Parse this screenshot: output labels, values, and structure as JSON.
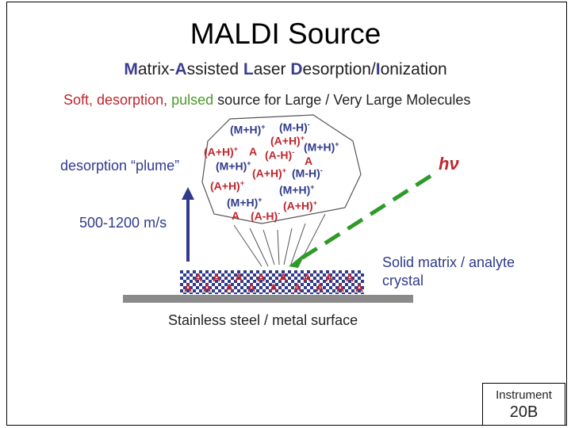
{
  "title": "MALDI Source",
  "subtitle": {
    "m": "M",
    "atrix": "atrix-",
    "a": "A",
    "ssisted": "ssisted ",
    "l": "L",
    "aser": "aser ",
    "d": "D",
    "esorption": "esorption/",
    "i": "I",
    "onization": "onization"
  },
  "description": {
    "soft": "Soft, desorption,",
    "pulsed": "pulsed",
    "rest": "source for Large / Very Large Molecules"
  },
  "labels": {
    "plume": "desorption “plume”",
    "velocity": "500-1200 m/s",
    "crystal_line1": "Solid matrix / analyte",
    "crystal_line2": "crystal",
    "steel": "Stainless steel / metal surface",
    "photon": "hν"
  },
  "ions": [
    {
      "text": "(M+H)",
      "charge": "+",
      "color": "blue"
    },
    {
      "text": "(M-H)",
      "charge": "-",
      "color": "blue"
    },
    {
      "text": "(A+H)",
      "charge": "+",
      "color": "red"
    },
    {
      "text": "(M+H)",
      "charge": "+",
      "color": "blue"
    },
    {
      "text": "(A+H)",
      "charge": "+",
      "color": "red"
    },
    {
      "text": "A",
      "charge": "",
      "color": "red"
    },
    {
      "text": "(A-H)",
      "charge": "-",
      "color": "red"
    },
    {
      "text": "(M+H)",
      "charge": "+",
      "color": "blue"
    },
    {
      "text": "A",
      "charge": "",
      "color": "red"
    },
    {
      "text": "(A+H)",
      "charge": "+",
      "color": "red"
    },
    {
      "text": "(M-H)",
      "charge": "-",
      "color": "blue"
    },
    {
      "text": "(A+H)",
      "charge": "+",
      "color": "red"
    },
    {
      "text": "(M+H)",
      "charge": "+",
      "color": "blue"
    },
    {
      "text": "(M+H)",
      "charge": "+",
      "color": "blue"
    },
    {
      "text": "(A+H)",
      "charge": "+",
      "color": "red"
    },
    {
      "text": "A",
      "charge": "",
      "color": "red"
    },
    {
      "text": "(A-H)",
      "charge": "-",
      "color": "red"
    }
  ],
  "crystal_letter": "A",
  "colors": {
    "matrix_blue": "#2f3a8c",
    "analyte_red": "#c0262c",
    "laser_green": "#2f9a2a",
    "pulsed_green": "#4a9a2a",
    "steel_gray": "#8a8a8a"
  },
  "badge": {
    "line1": "Instrument",
    "line2": "20B"
  }
}
